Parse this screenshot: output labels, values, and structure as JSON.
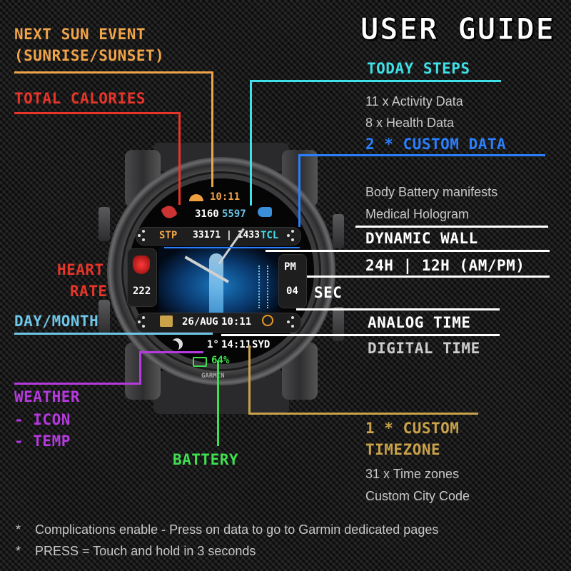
{
  "title": "USER GUIDE",
  "labels": {
    "sun_event_line1": "NEXT SUN EVENT",
    "sun_event_line2": "(SUNRISE/SUNSET)",
    "total_calories": "TOTAL CALORIES",
    "today_steps": "TODAY STEPS",
    "custom_data": "2 * CUSTOM DATA",
    "dynamic_wall": "DYNAMIC WALL",
    "time_format": "24H | 12H (AM/PM)",
    "sec": "SEC",
    "heart": "HEART",
    "rate": "RATE",
    "day_month": "DAY/MONTH",
    "analog_time": "ANALOG TIME",
    "digital_time": "DIGITAL TIME",
    "weather": "WEATHER",
    "weather_icon": "-  ICON",
    "weather_temp": "-  TEMP",
    "battery": "BATTERY",
    "custom_tz_line1": "1 * CUSTOM",
    "custom_tz_line2": "TIMEZONE"
  },
  "info": {
    "activity": "11 x Activity Data",
    "health": "8 x Health Data",
    "body_battery": "Body Battery manifests",
    "hologram": "Medical Hologram",
    "time_zones": "31 x Time zones",
    "city_code": "Custom City Code"
  },
  "footnotes": [
    "*    Complications enable - Press on data to go to Garmin dedicated pages",
    "*    PRESS = Touch and hold in 3 seconds"
  ],
  "watch": {
    "sun_time": "10:11",
    "calories": "3160",
    "steps": "5597",
    "stp_label": "STP",
    "stp_values": "33171 | 1433",
    "tcl_label": "TCL",
    "pm": "PM",
    "heart_rate": "222",
    "seconds": "04",
    "date": "26/AUG",
    "digital_time": "10:11",
    "temp": "1°",
    "tz_time": "14:11",
    "tz_code": "SYD",
    "battery": "64%",
    "brand": "GARMIN"
  },
  "colors": {
    "orange": "#f0a44a",
    "red": "#e8352a",
    "cyan": "#3fe0e8",
    "blue": "#2a7fff",
    "purple": "#b53adf",
    "green": "#3fe050",
    "gold": "#c9a24a",
    "light_blue": "#6ec6e8"
  }
}
